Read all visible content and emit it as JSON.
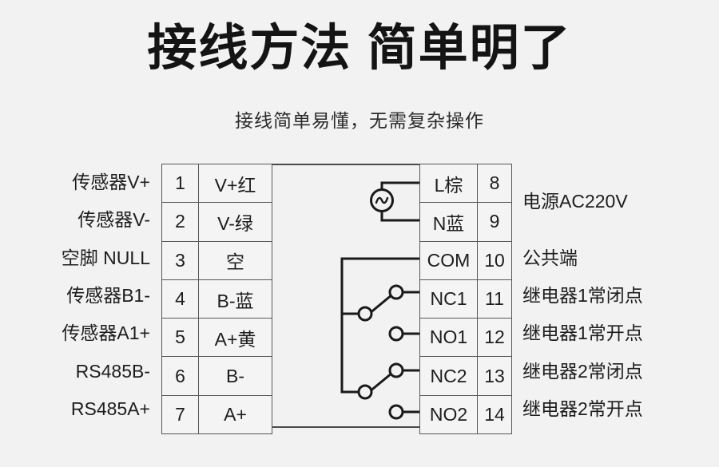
{
  "header": {
    "title": "接线方法 简单明了",
    "subtitle": "接线简单易懂，无需复杂操作"
  },
  "colors": {
    "background": "#f2f2f2",
    "text": "#1d1d1d",
    "title": "#141414",
    "line": "#1a1a1a",
    "table_border": "#575757",
    "cell_fill": "#f4f4f4"
  },
  "diagram": {
    "type": "terminal-wiring-diagram",
    "left_terminals": [
      {
        "label": "传感器V+",
        "pin": "1",
        "signal": "V+红"
      },
      {
        "label": "传感器V-",
        "pin": "2",
        "signal": "V-绿"
      },
      {
        "label": "空脚 NULL",
        "pin": "3",
        "signal": "空"
      },
      {
        "label": "传感器B1-",
        "pin": "4",
        "signal": "B-蓝"
      },
      {
        "label": "传感器A1+",
        "pin": "5",
        "signal": "A+黄"
      },
      {
        "label": "RS485B-",
        "pin": "6",
        "signal": "B-"
      },
      {
        "label": "RS485A+",
        "pin": "7",
        "signal": "A+"
      }
    ],
    "right_terminals": [
      {
        "signal": "L棕",
        "pin": "8",
        "label": ""
      },
      {
        "signal": "N蓝",
        "pin": "9",
        "label": ""
      },
      {
        "signal": "COM",
        "pin": "10",
        "label": "公共端"
      },
      {
        "signal": "NC1",
        "pin": "11",
        "label": "继电器1常闭点"
      },
      {
        "signal": "NO1",
        "pin": "12",
        "label": "继电器1常开点"
      },
      {
        "signal": "NC2",
        "pin": "13",
        "label": "继电器2常闭点"
      },
      {
        "signal": "NO2",
        "pin": "14",
        "label": "继电器2常开点"
      }
    ],
    "right_group_labels": [
      {
        "label": "电源AC220V",
        "spans_pins": "8-9"
      }
    ],
    "symbols": [
      {
        "name": "ac-source-symbol",
        "description": "交流电源",
        "glyph": "~"
      },
      {
        "name": "relay1-contact",
        "description": "继电器1触点"
      },
      {
        "name": "relay2-contact",
        "description": "继电器2触点"
      }
    ]
  }
}
